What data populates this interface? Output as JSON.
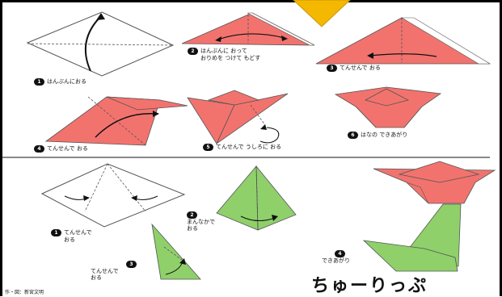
{
  "title": "ちゅーりっぷ",
  "credit": "作・図：新宮文明",
  "colors": {
    "petal": "#f2736e",
    "stem": "#8fd06a",
    "badge": "#f5b800"
  },
  "steps": [
    {
      "num": "1",
      "text": "はんぶんにおる"
    },
    {
      "num": "2",
      "text": "はんぶんに おって",
      "text2": "おりめを つけて もどす"
    },
    {
      "num": "3",
      "text": "てんせんで おる"
    },
    {
      "num": "4",
      "text": "てんせんで おる"
    },
    {
      "num": "5",
      "text": "てんせんで うしろに おる"
    },
    {
      "num": "6",
      "text": "はなの できあがり"
    }
  ],
  "stem_steps": [
    {
      "num": "1",
      "text": "てんせんで",
      "text2": "おる"
    },
    {
      "num": "2",
      "text": "まんなかで",
      "text2": "おる"
    },
    {
      "num": "3",
      "text": "てんせんで",
      "text2": "おる"
    },
    {
      "num": "4",
      "text": "できあがり"
    }
  ]
}
